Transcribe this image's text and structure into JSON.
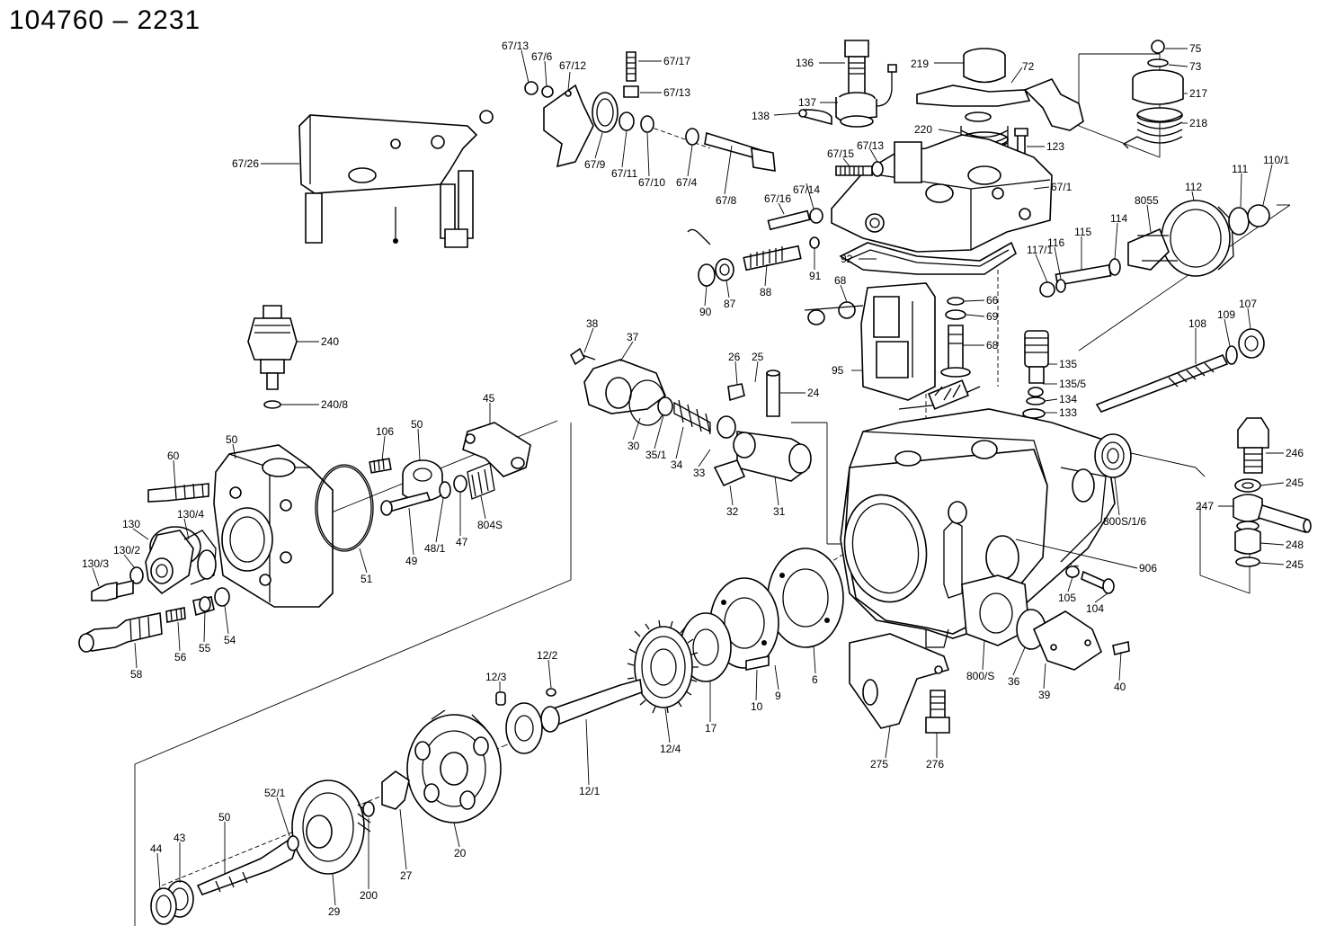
{
  "diagram": {
    "title": "104760 – 2231",
    "labels": {
      "p67_13a": "67/13",
      "p67_6": "67/6",
      "p67_12": "67/12",
      "p67_17": "67/17",
      "p67_13b": "67/13",
      "p136": "136",
      "p137": "137",
      "p138": "138",
      "p219": "219",
      "p72": "72",
      "p75": "75",
      "p73": "73",
      "p217": "217",
      "p218": "218",
      "p220": "220",
      "p123": "123",
      "p67_26": "67/26",
      "p67_9": "67/9",
      "p67_11": "67/11",
      "p67_10": "67/10",
      "p67_4": "67/4",
      "p67_8": "67/8",
      "p67_15": "67/15",
      "p67_13c": "67/13",
      "p67_14": "67/14",
      "p67_16": "67/16",
      "p67_1": "67/1",
      "p111": "111",
      "p110_1": "110/1",
      "p112": "112",
      "p8055": "8055",
      "p114": "114",
      "p115": "115",
      "p116": "116",
      "p117_1": "117/1",
      "p92": "92",
      "p91": "91",
      "p88": "88",
      "p87": "87",
      "p90": "90",
      "p68a": "68",
      "p66": "66",
      "p69": "69",
      "p68b": "68",
      "p107": "107",
      "p109": "109",
      "p108": "108",
      "p240": "240",
      "p38": "38",
      "p37": "37",
      "p95": "95",
      "p26": "26",
      "p25": "25",
      "p24": "24",
      "p135": "135",
      "p135_5": "135/5",
      "p134": "134",
      "p133": "133",
      "p240_8": "240/8",
      "p45": "45",
      "p50a": "50",
      "p106": "106",
      "p50b": "50",
      "p60": "60",
      "p30": "30",
      "p35_1": "35/1",
      "p34": "34",
      "p33": "33",
      "p31": "31",
      "p32": "32",
      "p246": "246",
      "p245a": "245",
      "p247": "247",
      "p248": "248",
      "p245b": "245",
      "p8005_1_6": "800S/1/6",
      "p906": "906",
      "p130_4": "130/4",
      "p130": "130",
      "p130_2": "130/2",
      "p130_3": "130/3",
      "p49": "49",
      "p48_1": "48/1",
      "p47": "47",
      "p8045": "804S",
      "p51": "51",
      "p105": "105",
      "p104": "104",
      "p56": "56",
      "p55": "55",
      "p54": "54",
      "p58": "58",
      "p12_2": "12/2",
      "p12_3": "12/3",
      "p17": "17",
      "p10": "10",
      "p9": "9",
      "p6": "6",
      "p800_5": "800/S",
      "p36": "36",
      "p39": "39",
      "p40": "40",
      "p12_4": "12/4",
      "p275": "275",
      "p276": "276",
      "p12_1": "12/1",
      "p52_1": "52/1",
      "p50c": "50",
      "p44": "44",
      "p43": "43",
      "p29": "29",
      "p200": "200",
      "p27": "27",
      "p20": "20"
    }
  }
}
